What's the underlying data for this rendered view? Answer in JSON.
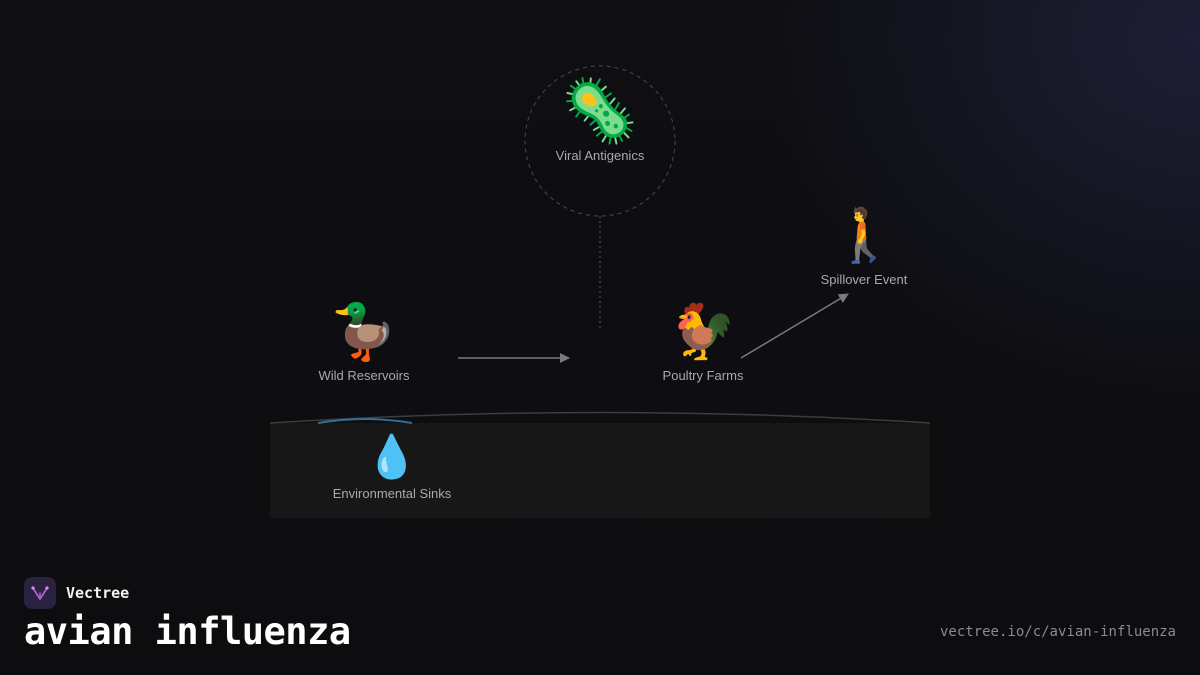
{
  "diagram": {
    "nodes": {
      "viral": {
        "icon": "🦠",
        "icon_name": "microbe-icon",
        "label": "Viral Antigenics"
      },
      "wild": {
        "icon": "🦆",
        "icon_name": "duck-icon",
        "label": "Wild Reservoirs"
      },
      "poultry": {
        "icon": "🐓",
        "icon_name": "rooster-icon",
        "label": "Poultry Farms"
      },
      "spillover": {
        "icon": "🚶",
        "icon_name": "person-walking-icon",
        "label": "Spillover Event"
      },
      "environment": {
        "icon": "💧",
        "icon_name": "droplet-icon",
        "label": "Environmental Sinks"
      }
    },
    "edges": [
      {
        "from": "Wild Reservoirs",
        "to": "Poultry Farms"
      },
      {
        "from": "Poultry Farms",
        "to": "Spillover Event"
      },
      {
        "from": "Viral Antigenics",
        "to": "Poultry Farms",
        "style": "dotted"
      }
    ],
    "colors": {
      "accent": "#2e8bc0",
      "edge": "#7a7a7e",
      "ground": "#171717"
    }
  },
  "brand": {
    "name": "Vectree",
    "logo_icon": "vectree-logo-icon",
    "logo_color": "#b25bd8"
  },
  "title": "avian influenza",
  "url": "vectree.io/c/avian-influenza"
}
